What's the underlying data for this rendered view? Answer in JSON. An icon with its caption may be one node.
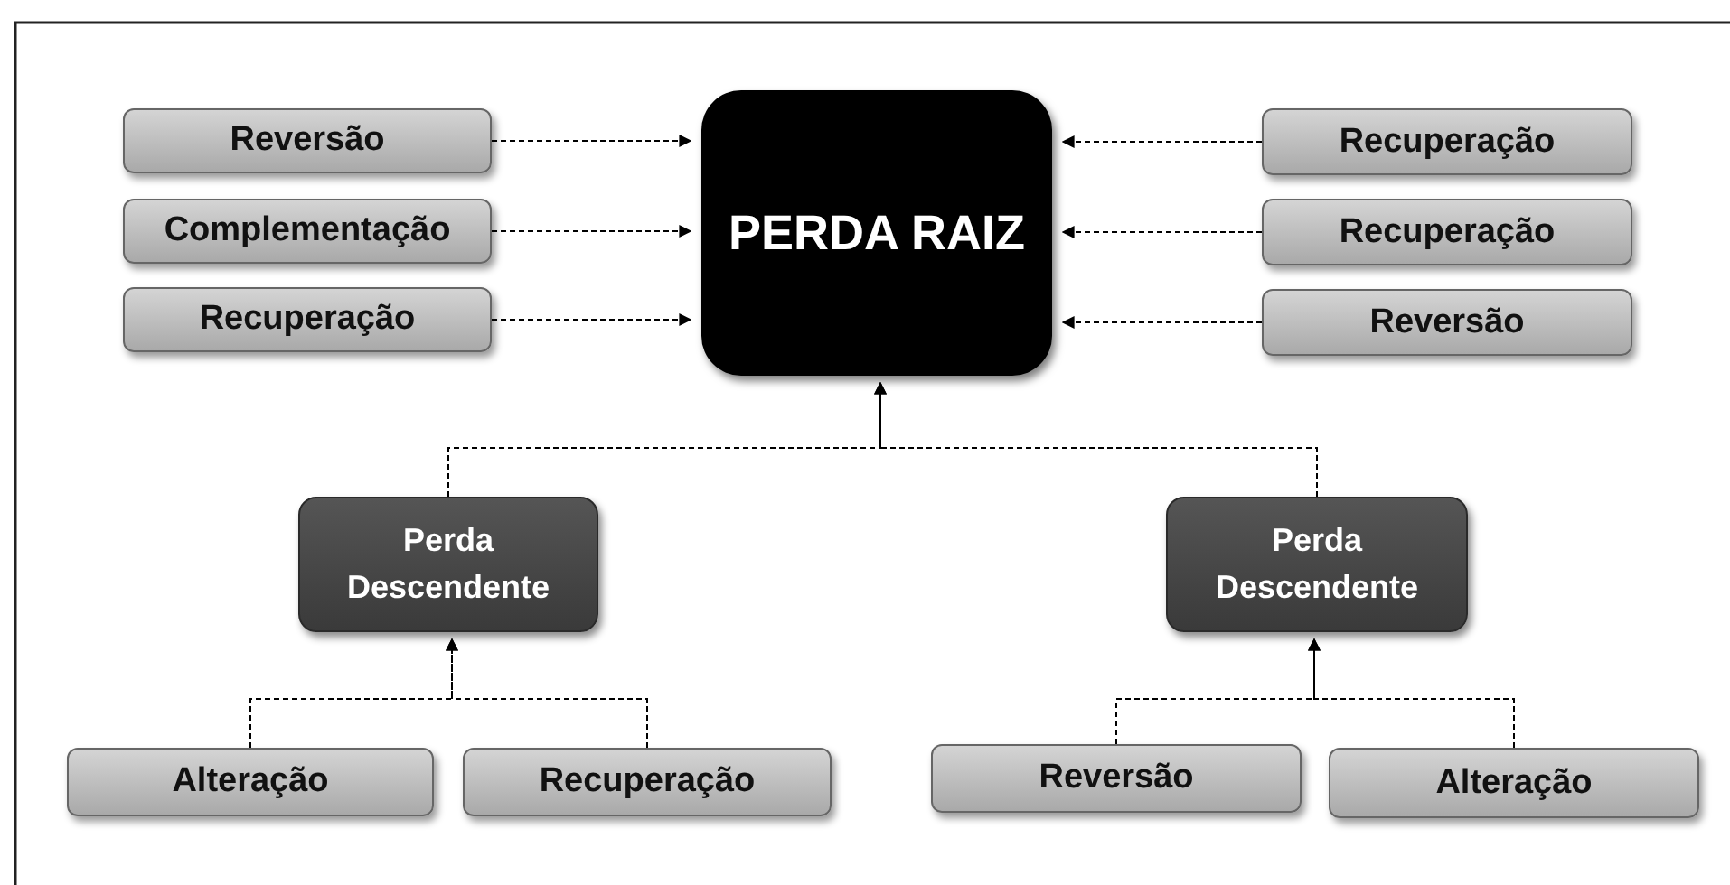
{
  "diagram": {
    "nodes": [
      {
        "text": [
          "PERDA RAIZ"
        ]
      },
      {
        "text": [
          "Reversão"
        ]
      },
      {
        "text": [
          "Complementação"
        ]
      },
      {
        "text": [
          "Recuperação"
        ]
      },
      {
        "text": [
          "Recuperação"
        ]
      },
      {
        "text": [
          "Recuperação"
        ]
      },
      {
        "text": [
          "Reversão"
        ]
      },
      {
        "text": [
          "Perda Descendente"
        ]
      },
      {
        "text": [
          "Perda Descendente"
        ]
      },
      {
        "text": [
          "Alteração"
        ]
      },
      {
        "text": [
          "Recuperação"
        ]
      },
      {
        "text": [
          "Reversão"
        ]
      },
      {
        "text": [
          "Alteração"
        ]
      }
    ],
    "edges": [
      {
        "from": 1,
        "to": 0,
        "arrow": "to",
        "style": "dashed"
      },
      {
        "from": 2,
        "to": 0,
        "arrow": "to",
        "style": "dashed"
      },
      {
        "from": 3,
        "to": 0,
        "arrow": "to",
        "style": "dashed"
      },
      {
        "from": 4,
        "to": 0,
        "arrow": "to",
        "style": "dashed"
      },
      {
        "from": 5,
        "to": 0,
        "arrow": "to",
        "style": "dashed"
      },
      {
        "from": 6,
        "to": 0,
        "arrow": "to",
        "style": "dashed"
      },
      {
        "from": 7,
        "to": 0,
        "arrow": "to",
        "style": "dashed"
      },
      {
        "from": 8,
        "to": 0,
        "arrow": "to",
        "style": "dashed"
      },
      {
        "from": 9,
        "to": 7,
        "arrow": "to",
        "style": "dashed"
      },
      {
        "from": 10,
        "to": 7,
        "arrow": "to",
        "style": "dashed"
      },
      {
        "from": 11,
        "to": 8,
        "arrow": "to",
        "style": "dashed"
      },
      {
        "from": 12,
        "to": 8,
        "arrow": "to",
        "style": "dashed"
      }
    ]
  }
}
